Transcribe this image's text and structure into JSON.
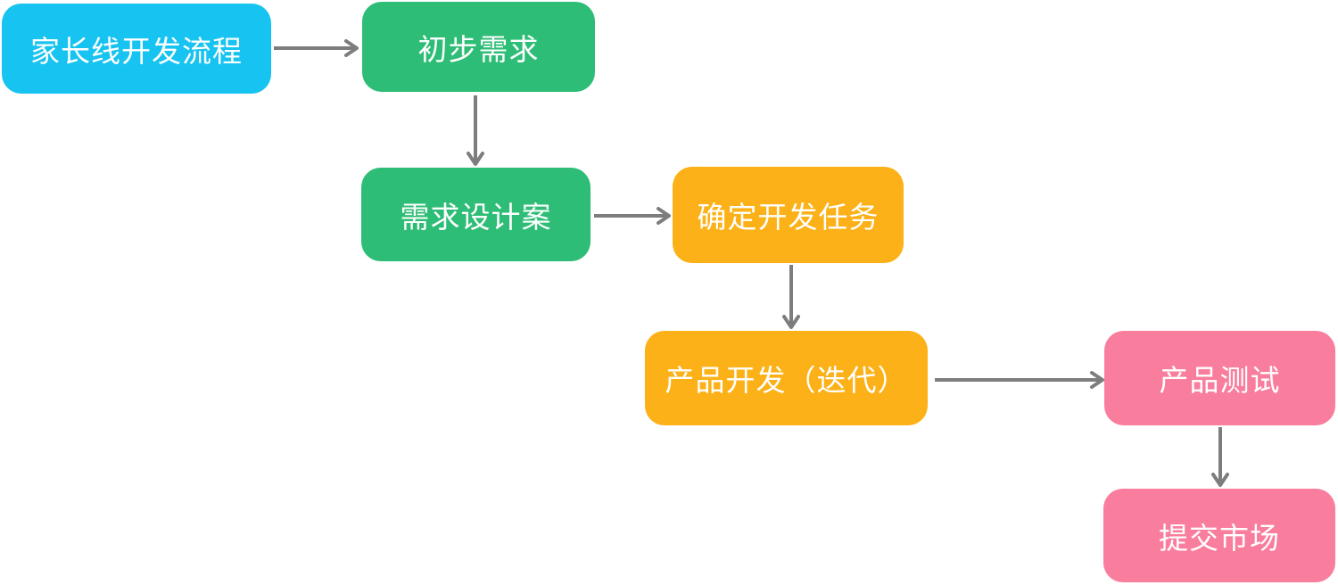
{
  "diagram": {
    "type": "flowchart",
    "title": "家长线开发流程",
    "background": "#FFFFFF",
    "text_color": "#FFFFFF",
    "arrow_color": "#7D7D7D",
    "palette": {
      "cyan": "#17C3F0",
      "green": "#2EBD76",
      "orange": "#FBB117",
      "pink": "#F97D9C"
    },
    "nodes": [
      {
        "id": "start",
        "label": "家长线开发流程",
        "color": "#17C3F0"
      },
      {
        "id": "initial-requirements",
        "label": "初步需求",
        "color": "#2EBD76"
      },
      {
        "id": "requirements-design",
        "label": "需求设计案",
        "color": "#2EBD76"
      },
      {
        "id": "confirm-dev-tasks",
        "label": "确定开发任务",
        "color": "#FBB117"
      },
      {
        "id": "product-dev-iteration",
        "label": "产品开发（迭代）",
        "color": "#FBB117"
      },
      {
        "id": "product-testing",
        "label": "产品测试",
        "color": "#F97D9C"
      },
      {
        "id": "submit-to-market",
        "label": "提交市场",
        "color": "#F97D9C"
      }
    ],
    "edges": [
      {
        "from": "start",
        "to": "initial-requirements"
      },
      {
        "from": "initial-requirements",
        "to": "requirements-design"
      },
      {
        "from": "requirements-design",
        "to": "confirm-dev-tasks"
      },
      {
        "from": "confirm-dev-tasks",
        "to": "product-dev-iteration"
      },
      {
        "from": "product-dev-iteration",
        "to": "product-testing"
      },
      {
        "from": "product-testing",
        "to": "submit-to-market"
      }
    ]
  }
}
